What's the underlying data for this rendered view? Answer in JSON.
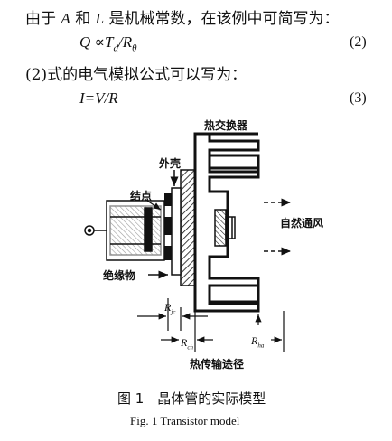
{
  "text": {
    "line1": "由于A和L是机械常数，在该例中可简写为：",
    "eq2": "Q ∝ T_d / R_θ",
    "eq2_no": "(2)",
    "line2": "(2)式的电气模拟公式可以写为：",
    "eq3": "I = V / R",
    "eq3_no": "(3)"
  },
  "figure": {
    "labels": {
      "heat_exchanger": "热交换器",
      "case": "外壳",
      "junction": "结点",
      "natural_air": "自然通风",
      "insulator": "绝缘物",
      "heat_path": "热传输途径"
    },
    "resistances": {
      "rjc": "R",
      "rjc_sub": "jc",
      "rch": "R",
      "rch_sub": "ch",
      "rha": "R",
      "rha_sub": "ha"
    },
    "caption_cn": "图 1　晶体管的实际模型",
    "caption_en": "Fig. 1 Transistor model"
  }
}
